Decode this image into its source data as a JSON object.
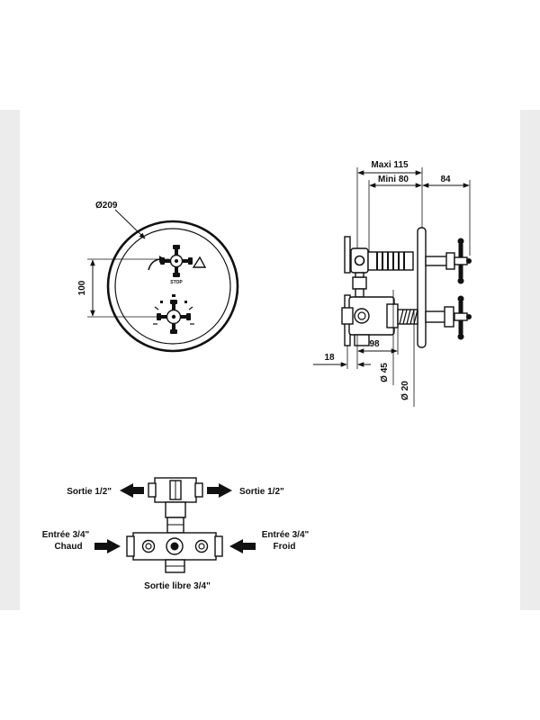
{
  "front_view": {
    "diameter_label": "Ø209",
    "spacing_label": "100",
    "stop_label": "STOP"
  },
  "side_view": {
    "maxi_label": "Maxi 115",
    "mini_label": "Mini 80",
    "handle_depth_label": "84",
    "bracket_label": "18",
    "body_label": "98",
    "diameter_45_label": "Ø 45",
    "diameter_20_label": "Ø 20"
  },
  "connections": {
    "outlet_left": "Sortie 1/2\"",
    "outlet_right": "Sortie 1/2\"",
    "inlet_hot_line1": "Entrée 3/4\"",
    "inlet_hot_line2": "Chaud",
    "inlet_cold_line1": "Entrée 3/4\"",
    "inlet_cold_line2": "Froid",
    "free_outlet": "Sortie libre 3/4\""
  },
  "colors": {
    "line": "#111111",
    "background": "#ffffff",
    "side_band": "#ececec"
  }
}
